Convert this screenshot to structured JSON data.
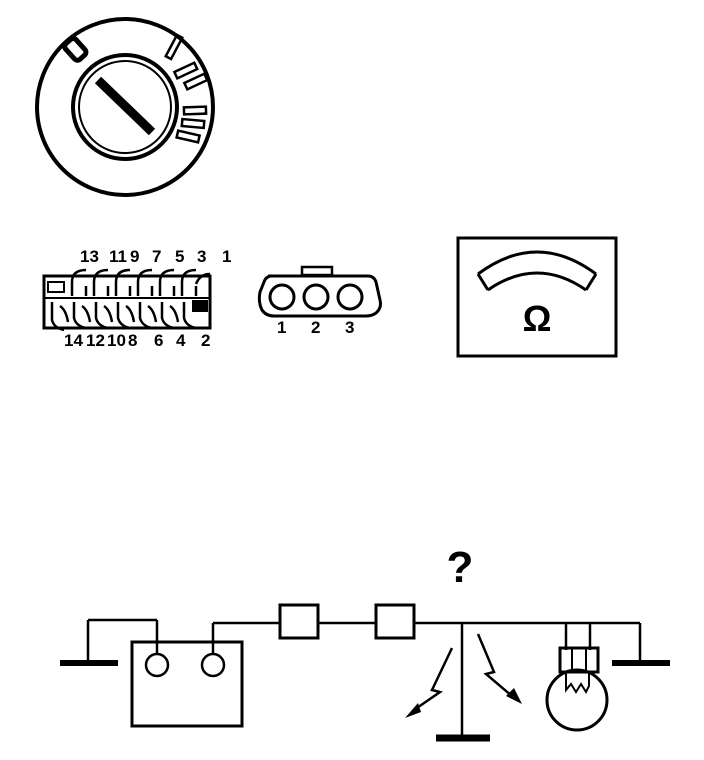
{
  "colors": {
    "ink": "#000000",
    "paper": "#ffffff"
  },
  "ignition_switch": {
    "icon": "ignition-key-switch-icon",
    "position_labels": [
      "0",
      "I",
      "II",
      "III"
    ]
  },
  "connector_14pin": {
    "icon": "14-pin-connector-icon",
    "top_pins": [
      "13",
      "11",
      "9",
      "7",
      "5",
      "3",
      "1"
    ],
    "bottom_pins": [
      "14",
      "12",
      "10",
      "8",
      "6",
      "4",
      "2"
    ]
  },
  "connector_3pin": {
    "icon": "3-pin-connector-icon",
    "pins": [
      "1",
      "2",
      "3"
    ]
  },
  "ohmmeter": {
    "icon": "ohmmeter-icon",
    "symbol": "Ω"
  },
  "circuit": {
    "icon": "fault-circuit-icon",
    "question_mark": "?",
    "components": [
      "ground-symbol-icon",
      "battery-icon",
      "fuse-icon",
      "switch-icon",
      "short-to-ground-icon",
      "bulb-icon"
    ]
  }
}
